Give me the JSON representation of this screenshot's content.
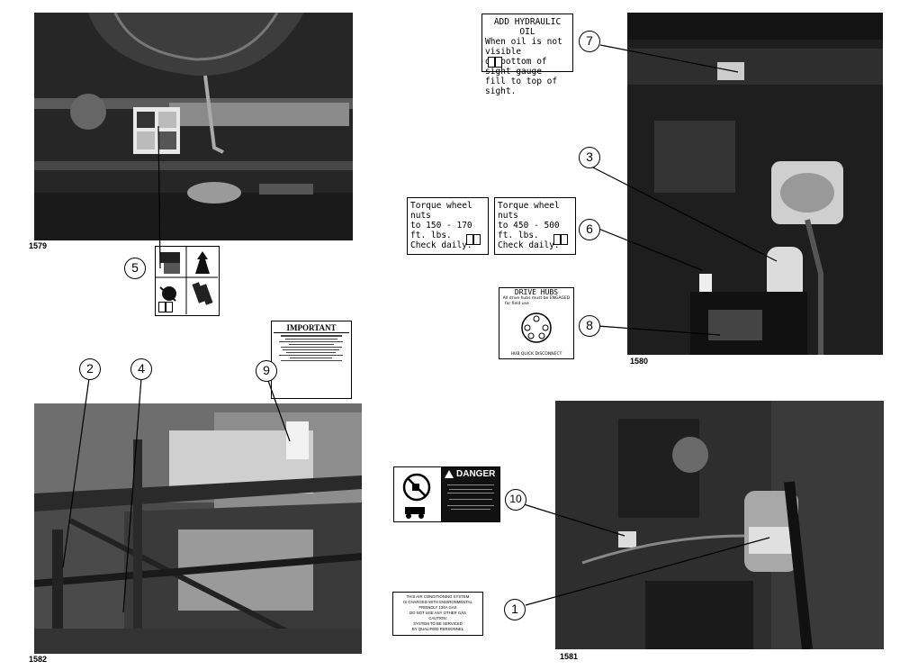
{
  "figures": {
    "top_left": "1579",
    "top_right": "1580",
    "bottom_left": "1582",
    "bottom_right": "1581"
  },
  "callouts": [
    "1",
    "2",
    "3",
    "4",
    "5",
    "6",
    "7",
    "8",
    "9",
    "10"
  ],
  "decals": {
    "hydraulic": {
      "title": "ADD HYDRAULIC OIL",
      "lines": [
        "When oil is not visible",
        "on bottom of sight gauge",
        "fill to top of sight."
      ]
    },
    "torque_150": {
      "lines": [
        "Torque wheel nuts",
        "to 150 - 170",
        "ft. lbs.",
        "Check daily."
      ]
    },
    "torque_450": {
      "lines": [
        "Torque wheel nuts",
        "to 450 - 500",
        "ft. lbs.",
        "Check daily."
      ]
    },
    "drive_hubs": {
      "title": "DRIVE HUBS",
      "subtitle": "All drive hubs must be ENGAGED",
      "subtitle2": "for field use",
      "footer": "HUB QUICK DISCONNECT"
    },
    "important": {
      "title": "IMPORTANT"
    },
    "danger": {
      "title": "DANGER"
    },
    "ac": {
      "lines": [
        "THIS AIR CONDITIONING SYSTEM",
        "IS CHARGED WITH ENVIRONMENTAL",
        "FRIENDLY 134A GAS",
        "DO NOT USE ANY OTHER GAS",
        "CAUTION:",
        "SYSTEM TO BE SERVICED",
        "BY QUALIFIED PERSONNEL"
      ]
    }
  },
  "icons": [
    "book-icon",
    "warning-triangle-icon",
    "no-entry-icon",
    "protective-gear-icon"
  ]
}
